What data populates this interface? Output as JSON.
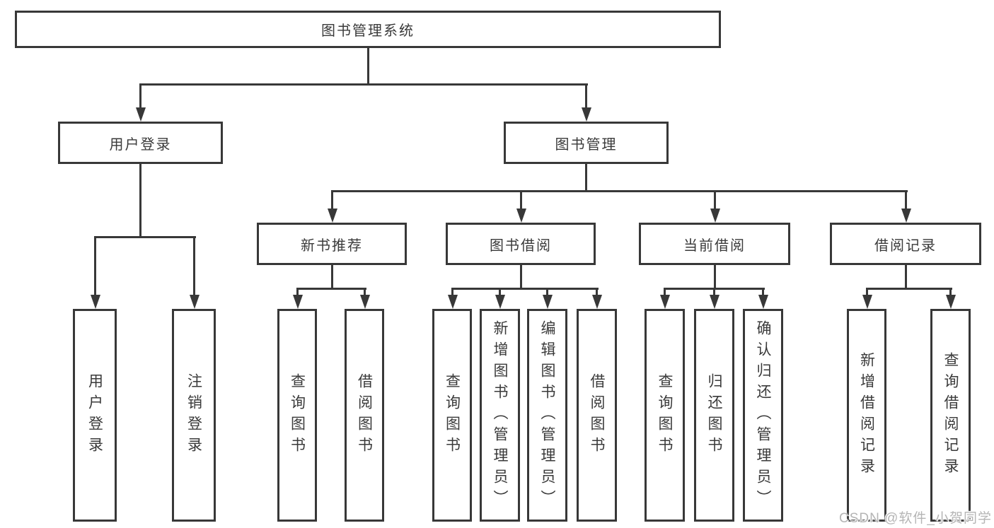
{
  "tree": {
    "label": "图书管理系统",
    "children": [
      {
        "label": "用户登录",
        "children": [
          {
            "label": "用户登录"
          },
          {
            "label": "注销登录"
          }
        ]
      },
      {
        "label": "图书管理",
        "children": [
          {
            "label": "新书推荐",
            "children": [
              {
                "label": "查询图书"
              },
              {
                "label": "借阅图书"
              }
            ]
          },
          {
            "label": "图书借阅",
            "children": [
              {
                "label": "查询图书"
              },
              {
                "label": "新增图书（管理员）"
              },
              {
                "label": "编辑图书（管理员）"
              },
              {
                "label": "借阅图书"
              }
            ]
          },
          {
            "label": "当前借阅",
            "children": [
              {
                "label": "查询图书"
              },
              {
                "label": "归还图书"
              },
              {
                "label": "确认归还（管理员）"
              }
            ]
          },
          {
            "label": "借阅记录",
            "children": [
              {
                "label": "新增借阅记录"
              },
              {
                "label": "查询借阅记录"
              }
            ]
          }
        ]
      }
    ]
  },
  "watermark": {
    "text": "CSDN @软件_小贺同学"
  },
  "colors": {
    "line": "#383838",
    "text": "#3a3a3a",
    "background": "#ffffff",
    "watermark_text": "#b5b5b5"
  }
}
